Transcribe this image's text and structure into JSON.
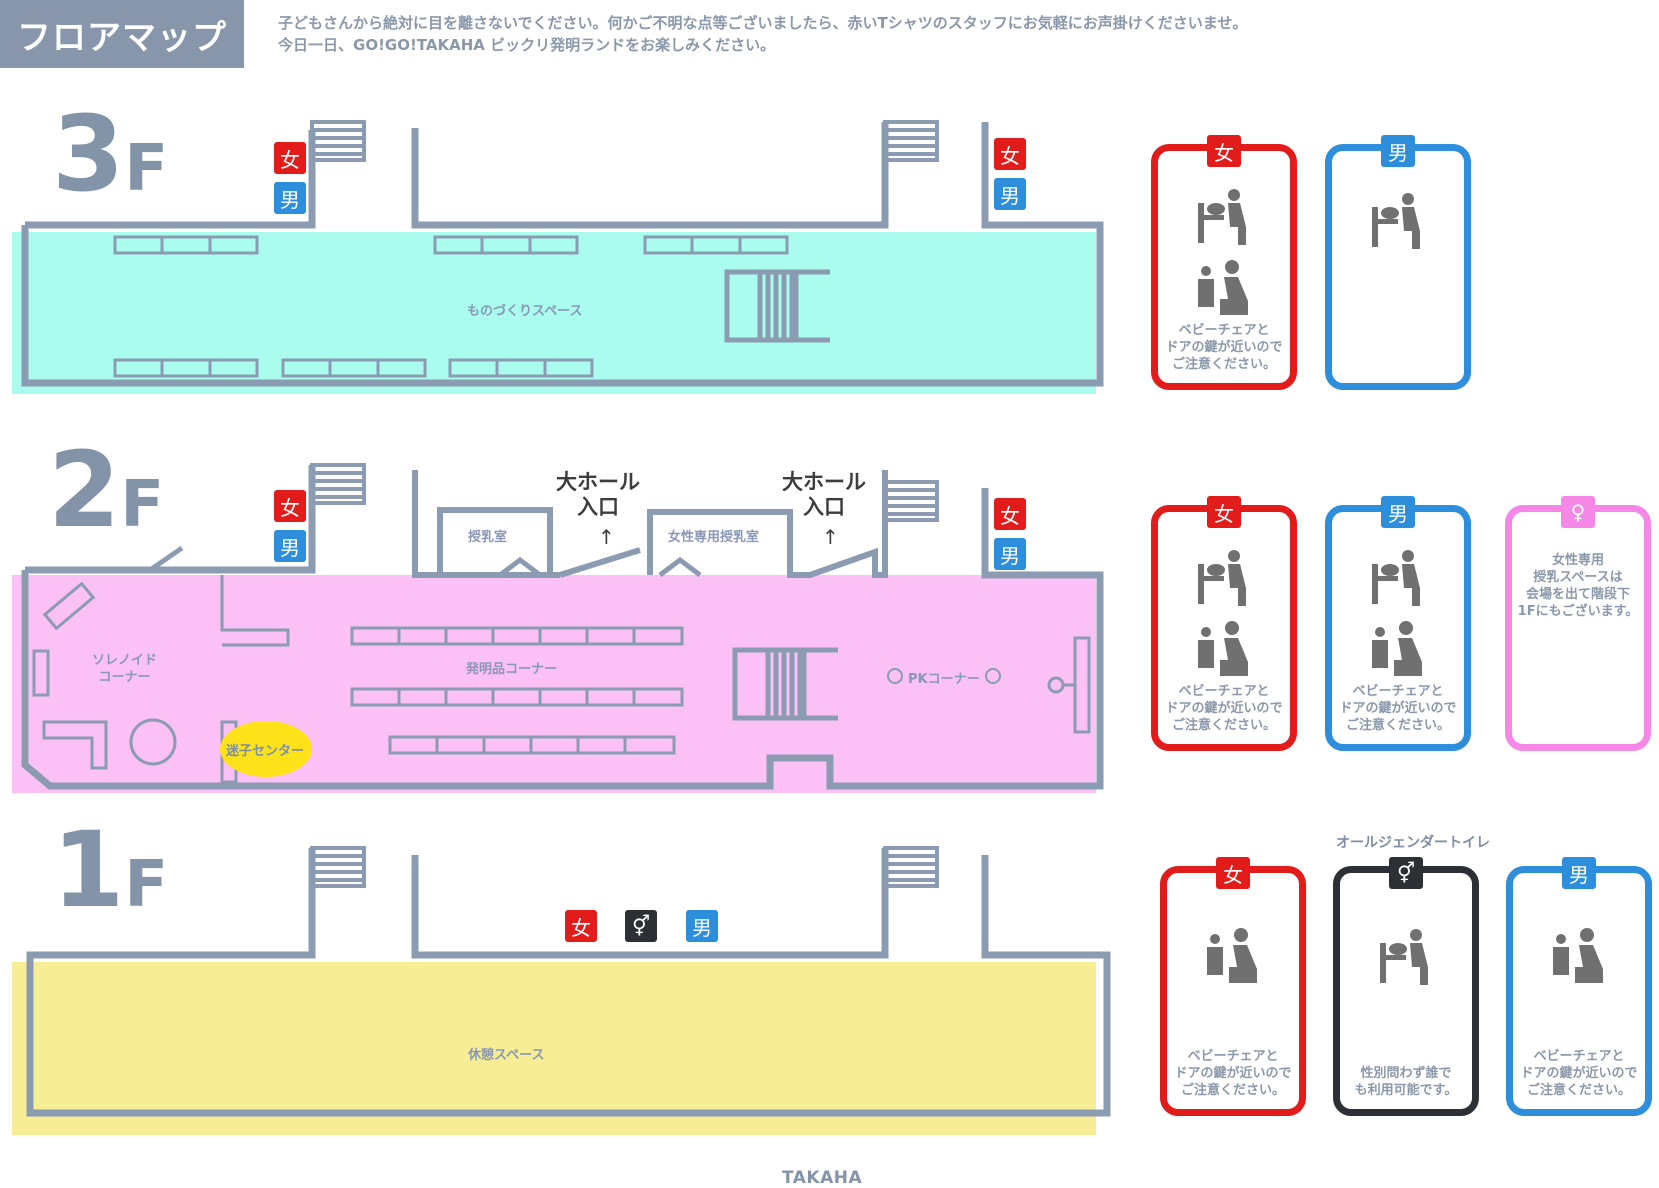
{
  "header": {
    "title": "フロアマップ",
    "notice_line1": "子どもさんから絶対に目を離さないでください。何かご不明な点等ございましたら、赤いTシャツのスタッフにお気軽にお声掛けくださいませ。",
    "notice_line2": "今日一日、GO!GO!TAKAHA ビックリ発明ランドをお楽しみください。"
  },
  "floors": {
    "f3": {
      "num": "3",
      "suffix": "F",
      "area_label": "ものづくりスペース",
      "fill": "#a9fcee"
    },
    "f2": {
      "num": "2",
      "suffix": "F",
      "fill": "#fbc1f7",
      "rooms": {
        "nursing": "授乳室",
        "women_nursing": "女性専用授乳室",
        "solenoid": "ソレノイド\nコーナー",
        "inventions": "発明品コーナー",
        "pk": "PKコーナー",
        "lost_child": "迷子センター"
      },
      "hall_entrance_1": "大ホール\n入口",
      "hall_entrance_2": "大ホール\n入口",
      "arrow": "↑"
    },
    "f1": {
      "num": "1",
      "suffix": "F",
      "area_label": "休憩スペース",
      "fill": "#f6ed95"
    }
  },
  "colors": {
    "wall": "#8b9bb2",
    "women_red": "#e21b1b",
    "men_blue": "#2d8fdb",
    "all_gender_dark": "#2c2f33",
    "women_only_pink": "#f587e6",
    "lost_child_yellow": "#fde21a"
  },
  "icons": {
    "women": "女",
    "men": "男",
    "all_gender": "⚥",
    "pink": "♀"
  },
  "legend": {
    "f3_women_note": "ベビーチェアと\nドアの鍵が近いので\nご注意ください。",
    "f2_women_note": "ベビーチェアと\nドアの鍵が近いので\nご注意ください。",
    "f2_men_note": "ベビーチェアと\nドアの鍵が近いので\nご注意ください。",
    "f2_pink_note": "女性専用\n授乳スペースは\n会場を出て階段下\n1Fにもございます。",
    "all_gender_title": "オールジェンダートイレ",
    "f1_women_note": "ベビーチェアと\nドアの鍵が近いので\nご注意ください。",
    "f1_all_gender_note": "性別問わず誰で\nも利用可能です。",
    "f1_men_note": "ベビーチェアと\nドアの鍵が近いので\nご注意ください。"
  },
  "footer": {
    "logo": "TAKAHA"
  }
}
